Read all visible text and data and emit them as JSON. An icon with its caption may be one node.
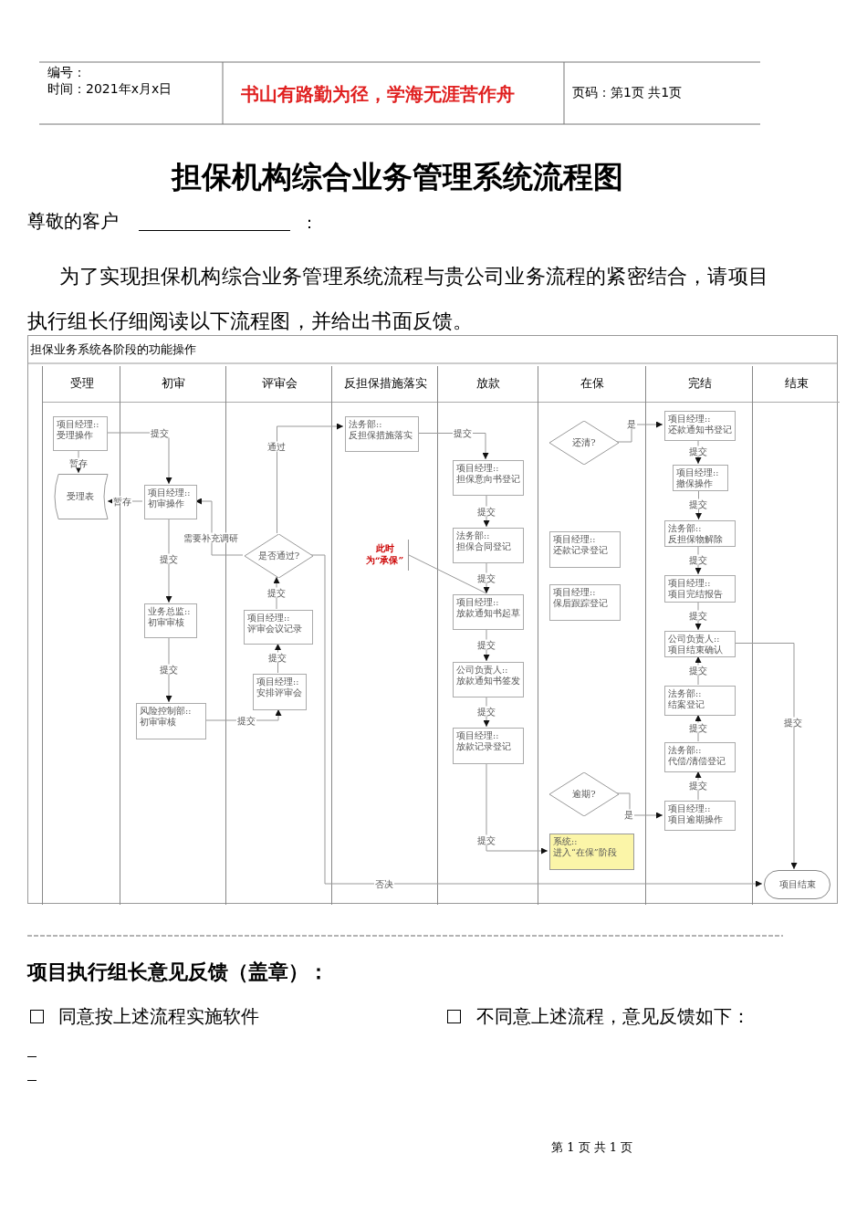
{
  "diagram": {
    "title": "担保机构综合业务管理系统流程图",
    "nodes": [
      {
        "text": [
          "担保业务系统各阶段的功能操作"
        ]
      },
      {
        "text": [
          "受理"
        ],
        "in": 0
      },
      {
        "text": [
          "初审"
        ],
        "in": 0
      },
      {
        "text": [
          "评审会"
        ],
        "in": 0
      },
      {
        "text": [
          "反担保措施落实"
        ],
        "in": 0
      },
      {
        "text": [
          "放款"
        ],
        "in": 0
      },
      {
        "text": [
          "在保"
        ],
        "in": 0
      },
      {
        "text": [
          "完结"
        ],
        "in": 0
      },
      {
        "text": [
          "结束"
        ],
        "in": 0
      },
      {
        "text": [
          "项目经理::",
          "受理操作"
        ],
        "in": 1
      },
      {
        "text": [
          "受理表"
        ],
        "in": 1
      },
      {
        "text": [
          "项目经理::",
          "初审操作"
        ],
        "in": 2
      },
      {
        "text": [
          "业务总监::",
          "初审审核"
        ],
        "in": 2
      },
      {
        "text": [
          "风险控制部::",
          "初审审核"
        ],
        "in": 2
      },
      {
        "text": [
          "是否通过?"
        ],
        "in": 3
      },
      {
        "text": [
          "项目经理::",
          "评审会议记录"
        ],
        "in": 3
      },
      {
        "text": [
          "项目经理::",
          "安排评审会"
        ],
        "in": 3
      },
      {
        "text": [
          "法务部::",
          "反担保措施落实"
        ],
        "in": 4
      },
      {
        "text": [
          "此时为“承保”"
        ],
        "in": 4
      },
      {
        "text": [
          "项目经理::",
          "担保意向书登记"
        ],
        "in": 5
      },
      {
        "text": [
          "法务部::",
          "担保合同登记"
        ],
        "in": 5
      },
      {
        "text": [
          "项目经理::",
          "放款通知书起草"
        ],
        "in": 5
      },
      {
        "text": [
          "公司负责人::",
          "放款通知书签发"
        ],
        "in": 5
      },
      {
        "text": [
          "项目经理::",
          "放款记录登记"
        ],
        "in": 5
      },
      {
        "text": [
          "还清?"
        ],
        "in": 6
      },
      {
        "text": [
          "项目经理::",
          "还款记录登记"
        ],
        "in": 6
      },
      {
        "text": [
          "项目经理::",
          "保后跟踪登记"
        ],
        "in": 6
      },
      {
        "text": [
          "逾期?"
        ],
        "in": 6
      },
      {
        "text": [
          "系统::",
          "进入“在保”阶段"
        ],
        "in": 6
      },
      {
        "text": [
          "项目经理::",
          "还款通知书登记"
        ],
        "in": 7
      },
      {
        "text": [
          "项目经理::",
          "撤保操作"
        ],
        "in": 7
      },
      {
        "text": [
          "法务部::",
          "反担保物解除"
        ],
        "in": 7
      },
      {
        "text": [
          "项目经理::",
          "项目完结报告"
        ],
        "in": 7
      },
      {
        "text": [
          "公司负责人::",
          "项目结束确认"
        ],
        "in": 7
      },
      {
        "text": [
          "法务部::",
          "结案登记"
        ],
        "in": 7
      },
      {
        "text": [
          "法务部::",
          "代偿/清偿登记"
        ],
        "in": 7
      },
      {
        "text": [
          "项目经理::",
          "项目逾期操作"
        ],
        "in": 7
      },
      {
        "text": [
          "项目结束"
        ],
        "in": 8
      }
    ],
    "edges": [
      {
        "from": 9,
        "to": 11,
        "arrow": "to",
        "label": "提交"
      },
      {
        "from": 9,
        "to": 10,
        "arrow": "to",
        "label": "暂存"
      },
      {
        "from": 11,
        "to": 10,
        "arrow": "to",
        "label": "暂存"
      },
      {
        "from": 11,
        "to": 12,
        "arrow": "to",
        "label": "提交"
      },
      {
        "from": 12,
        "to": 13,
        "arrow": "to",
        "label": "提交"
      },
      {
        "from": 13,
        "to": 16,
        "arrow": "to",
        "label": "提交"
      },
      {
        "from": 16,
        "to": 15,
        "arrow": "to",
        "label": "提交"
      },
      {
        "from": 15,
        "to": 14,
        "arrow": "to",
        "label": "提交"
      },
      {
        "from": 14,
        "to": 17,
        "arrow": "to",
        "label": "通过"
      },
      {
        "from": 14,
        "to": 11,
        "arrow": "to",
        "label": "需要补充调研"
      },
      {
        "from": 14,
        "to": 37,
        "arrow": "to",
        "label": "否决"
      },
      {
        "from": 17,
        "to": 19,
        "arrow": "to",
        "label": "提交"
      },
      {
        "from": 19,
        "to": 20,
        "arrow": "to",
        "label": "提交"
      },
      {
        "from": 20,
        "to": 21,
        "arrow": "to",
        "label": "提交"
      },
      {
        "from": 21,
        "to": 22,
        "arrow": "to",
        "label": "提交"
      },
      {
        "from": 22,
        "to": 23,
        "arrow": "to",
        "label": "提交"
      },
      {
        "from": 23,
        "to": 28,
        "arrow": "to",
        "label": "提交"
      },
      {
        "from": 18,
        "to": 21,
        "arrow": "none"
      },
      {
        "from": 24,
        "to": 29,
        "arrow": "to",
        "label": "是"
      },
      {
        "from": 29,
        "to": 30,
        "arrow": "to",
        "label": "提交"
      },
      {
        "from": 30,
        "to": 31,
        "arrow": "to",
        "label": "提交"
      },
      {
        "from": 31,
        "to": 32,
        "arrow": "to",
        "label": "提交"
      },
      {
        "from": 32,
        "to": 33,
        "arrow": "to",
        "label": "提交"
      },
      {
        "from": 36,
        "to": 35,
        "arrow": "to",
        "label": "提交"
      },
      {
        "from": 35,
        "to": 34,
        "arrow": "to",
        "label": "提交"
      },
      {
        "from": 34,
        "to": 33,
        "arrow": "to",
        "label": "提交"
      },
      {
        "from": 27,
        "to": 36,
        "arrow": "to",
        "label": "是"
      },
      {
        "from": 33,
        "to": 37,
        "arrow": "to",
        "label": "提交"
      }
    ],
    "labels": [
      "编号：",
      "时间：2021年x月x日",
      "书山有路勤为径，学海无涯苦作舟",
      "页码：第1页 共1页",
      "尊敬的客户",
      "：",
      "为了实现担保机构综合业务管理系统流程与贵公司业务流程的紧密结合，请项目执行组长仔细阅读以下流程图，并给出书面反馈。",
      "项目执行组长意见反馈（盖章）：",
      "同意按上述流程实施软件",
      "不同意上述流程，意见反馈如下：",
      "第 1 页 共 1 页"
    ]
  }
}
